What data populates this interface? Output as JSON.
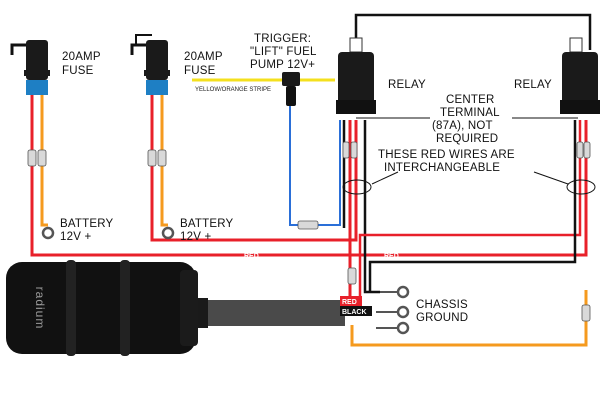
{
  "labels": {
    "fuse1": [
      "20AMP",
      "FUSE"
    ],
    "fuse2": [
      "20AMP",
      "FUSE"
    ],
    "trigger": [
      "TRIGGER:",
      "\"LIFT\" FUEL",
      "PUMP 12V+"
    ],
    "stripe": "YELLOW/ORANGE STRIPE",
    "relay1": "RELAY",
    "relay2": "RELAY",
    "center_terminal": [
      "CENTER",
      "TERMINAL",
      "(87A), NOT",
      "REQUIRED"
    ],
    "interchangeable": [
      "THESE RED WIRES ARE",
      "INTERCHANGEABLE"
    ],
    "battery1": [
      "BATTERY",
      "12V +"
    ],
    "battery2": [
      "BATTERY",
      "12V +"
    ],
    "chassis": [
      "CHASSIS",
      "GROUND"
    ],
    "wire_red_1": "RED",
    "wire_red_2": "RED",
    "pump_red": "RED",
    "pump_black": "BLACK",
    "pump_logo": "radium"
  },
  "colors": {
    "red": "#e8202a",
    "orange": "#f59a1e",
    "black": "#111111",
    "blue": "#2a6fd8",
    "yellow": "#f4e01e",
    "fuse_body": "#1a1a1a",
    "fuse_ring": "#1e7fc4"
  }
}
